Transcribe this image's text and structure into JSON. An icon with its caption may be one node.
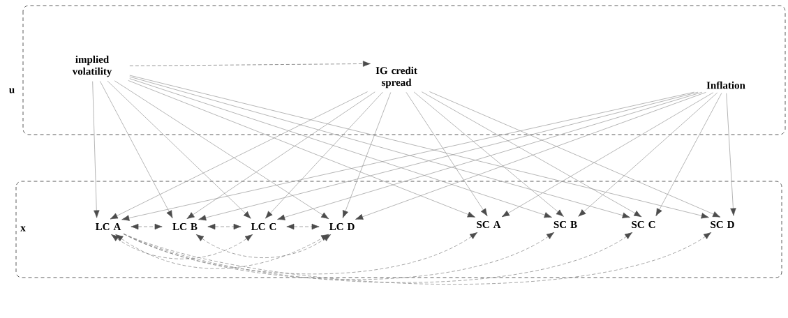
{
  "diagram": {
    "nodes": [
      {
        "text": [
          "u"
        ]
      },
      {
        "text": [
          "implied volatility"
        ],
        "in": 0
      },
      {
        "text": [
          "IG credit spread"
        ],
        "in": 0
      },
      {
        "text": [
          "Inflation"
        ],
        "in": 0
      },
      {
        "text": [
          "x"
        ]
      },
      {
        "text": [
          "LC A"
        ],
        "in": 4
      },
      {
        "text": [
          "LC B"
        ],
        "in": 4
      },
      {
        "text": [
          "LC C"
        ],
        "in": 4
      },
      {
        "text": [
          "LC D"
        ],
        "in": 4
      },
      {
        "text": [
          "SC A"
        ],
        "in": 4
      },
      {
        "text": [
          "SC B"
        ],
        "in": 4
      },
      {
        "text": [
          "SC C"
        ],
        "in": 4
      },
      {
        "text": [
          "SC D"
        ],
        "in": 4
      }
    ],
    "edges": [
      {
        "from": 1,
        "to": 2,
        "arrow": "to",
        "style": "dashed",
        "color": "#666666"
      },
      {
        "from": 1,
        "to": 5,
        "arrow": "to"
      },
      {
        "from": 1,
        "to": 6,
        "arrow": "to"
      },
      {
        "from": 1,
        "to": 7,
        "arrow": "to"
      },
      {
        "from": 1,
        "to": 8,
        "arrow": "to"
      },
      {
        "from": 1,
        "to": 9,
        "arrow": "to"
      },
      {
        "from": 1,
        "to": 10,
        "arrow": "to"
      },
      {
        "from": 1,
        "to": 11,
        "arrow": "to"
      },
      {
        "from": 1,
        "to": 12,
        "arrow": "to"
      },
      {
        "from": 2,
        "to": 5,
        "arrow": "to"
      },
      {
        "from": 2,
        "to": 6,
        "arrow": "to"
      },
      {
        "from": 2,
        "to": 7,
        "arrow": "to"
      },
      {
        "from": 2,
        "to": 8,
        "arrow": "to"
      },
      {
        "from": 2,
        "to": 9,
        "arrow": "to"
      },
      {
        "from": 2,
        "to": 10,
        "arrow": "to"
      },
      {
        "from": 2,
        "to": 11,
        "arrow": "to"
      },
      {
        "from": 2,
        "to": 12,
        "arrow": "to"
      },
      {
        "from": 3,
        "to": 5,
        "arrow": "to"
      },
      {
        "from": 3,
        "to": 6,
        "arrow": "to"
      },
      {
        "from": 3,
        "to": 7,
        "arrow": "to"
      },
      {
        "from": 3,
        "to": 8,
        "arrow": "to"
      },
      {
        "from": 3,
        "to": 9,
        "arrow": "to"
      },
      {
        "from": 3,
        "to": 10,
        "arrow": "to"
      },
      {
        "from": 3,
        "to": 11,
        "arrow": "to"
      },
      {
        "from": 3,
        "to": 12,
        "arrow": "to"
      },
      {
        "from": 5,
        "to": 6,
        "arrow": "both",
        "style": "dashed",
        "color": "#808080"
      },
      {
        "from": 6,
        "to": 7,
        "arrow": "both",
        "style": "dashed",
        "color": "#808080"
      },
      {
        "from": 7,
        "to": 8,
        "arrow": "both",
        "style": "dashed",
        "color": "#808080"
      },
      {
        "from": 5,
        "to": 7,
        "arrow": "both",
        "style": "dashed",
        "color": "#808080"
      },
      {
        "from": 6,
        "to": 8,
        "arrow": "both",
        "style": "dashed",
        "color": "#808080"
      },
      {
        "from": 5,
        "to": 8,
        "arrow": "both",
        "style": "dashed",
        "color": "#808080"
      },
      {
        "from": 5,
        "to": 9,
        "arrow": "to",
        "style": "dashed",
        "color": "#808080"
      },
      {
        "from": 5,
        "to": 10,
        "arrow": "to",
        "style": "dashed",
        "color": "#808080"
      },
      {
        "from": 5,
        "to": 11,
        "arrow": "to",
        "style": "dashed",
        "color": "#808080"
      },
      {
        "from": 5,
        "to": 12,
        "arrow": "to",
        "style": "dashed",
        "color": "#808080"
      }
    ]
  }
}
